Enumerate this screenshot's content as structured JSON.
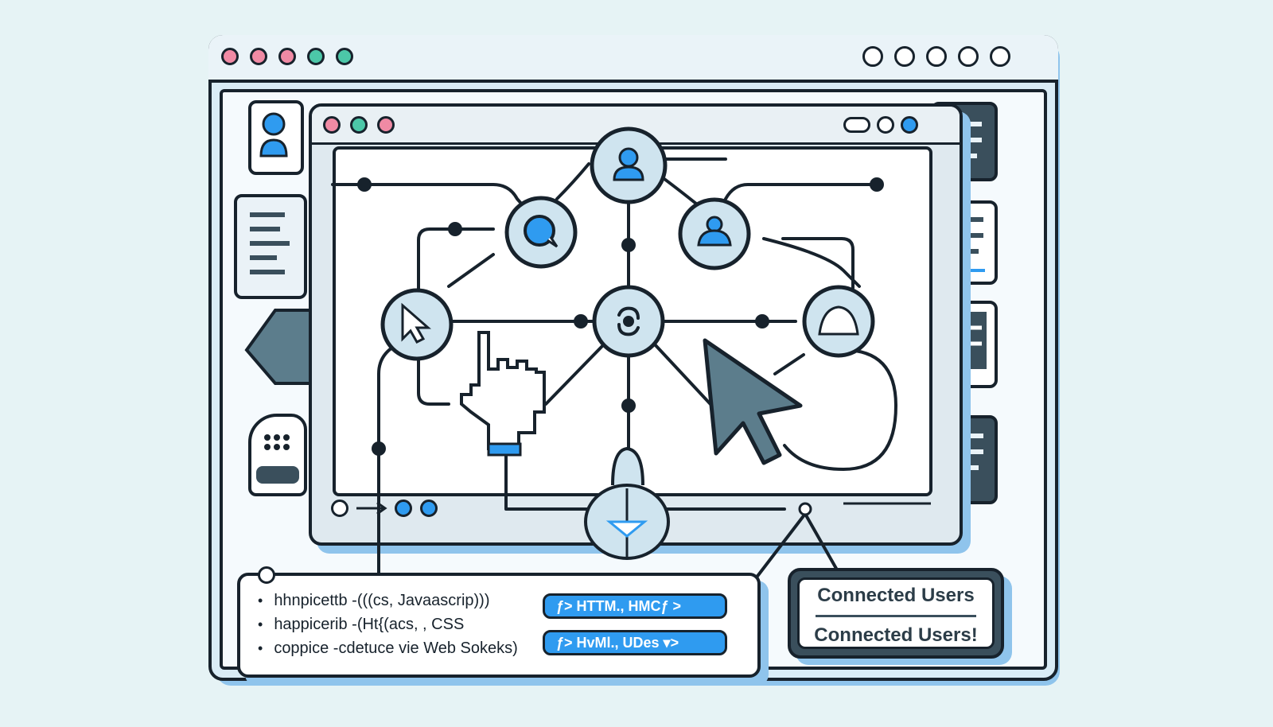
{
  "window": {
    "traffic_lights": [
      "#f08aa4",
      "#f08aa4",
      "#f08aa4",
      "#4cc7a8",
      "#4cc7a8"
    ],
    "right_controls_count": 5
  },
  "inner_window": {
    "traffic_lights": [
      "#f08aa4",
      "#4cc7a8",
      "#f08aa4"
    ]
  },
  "network": {
    "nodes": [
      {
        "name": "user-node-top",
        "icon": "user-icon"
      },
      {
        "name": "chat-node",
        "icon": "chat-bubble-icon"
      },
      {
        "name": "user-node-right",
        "icon": "user-icon"
      },
      {
        "name": "cursor-node",
        "icon": "cursor-icon"
      },
      {
        "name": "sync-node",
        "icon": "sync-icon"
      },
      {
        "name": "bell-node",
        "icon": "bell-icon"
      },
      {
        "name": "download-node",
        "icon": "download-icon"
      }
    ]
  },
  "features": {
    "items": [
      "hhnpicettb -(((cs, Javaascrip)))",
      "happicerib -(Ht{(acs, , CSS",
      "coppice -cdetuce vie Web Sokeks)"
    ],
    "tags": [
      "ƒ> HTTM., HMCƒ >",
      "ƒ> HvMl., UDes ▾>"
    ]
  },
  "connected_users": {
    "title": "Connected Users",
    "subtitle": "Connected Users!"
  },
  "colors": {
    "accent": "#2f9bf0",
    "outline": "#17222c",
    "panel": "#3a4f5c",
    "background": "#e6f3f5"
  }
}
